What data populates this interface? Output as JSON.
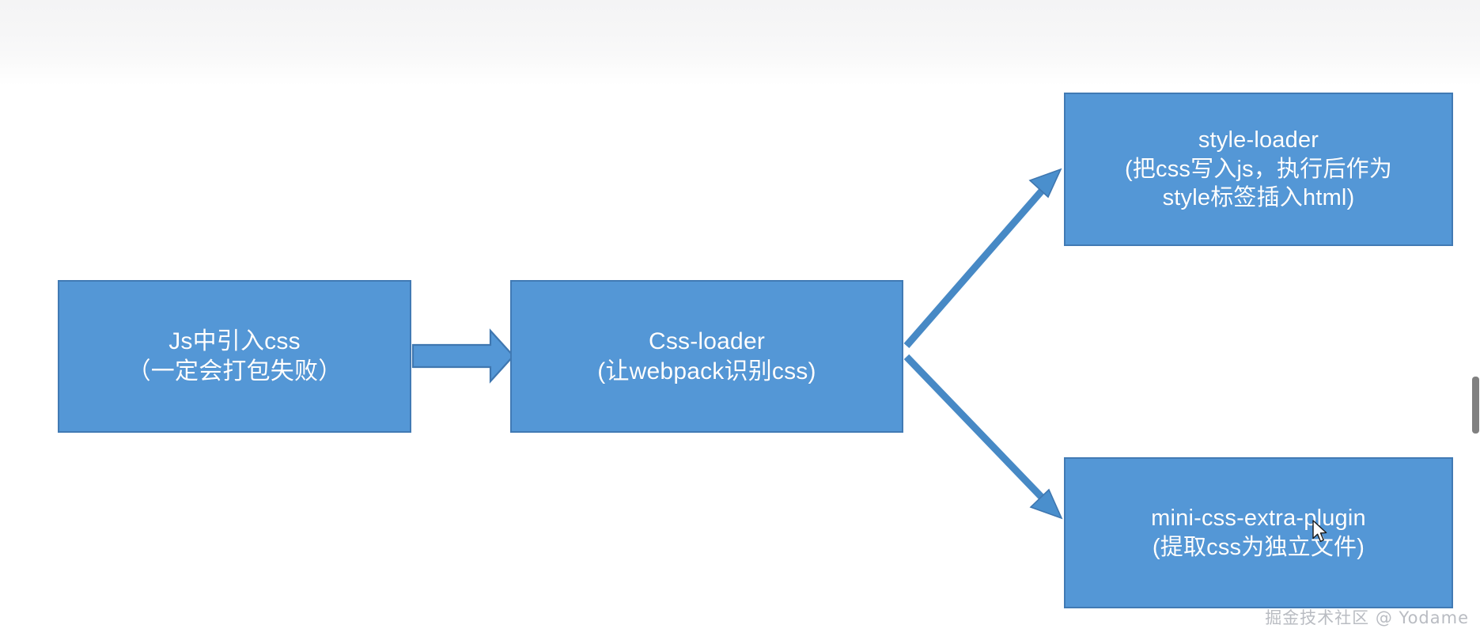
{
  "document": {
    "title": "Webpack CSS 处理流程图",
    "background_color": "#ffffff",
    "top_band_color": "#f5f5f6"
  },
  "theme": {
    "node_fill": "#5497d6",
    "node_border": "#417ab4",
    "node_text": "#ffffff",
    "connector_fill": "#5497d6",
    "connector_stroke": "#3f77b0",
    "watermark_color": "#b9bcc2",
    "scrollbar_thumb": "#808080"
  },
  "diagram": {
    "type": "flowchart",
    "nodes": [
      {
        "id": "js-import",
        "lines": [
          "Js中引入css",
          "（一定会打包失败）"
        ],
        "line1": "Js中引入css",
        "line2": "（一定会打包失败）"
      },
      {
        "id": "css-loader",
        "lines": [
          "Css-loader",
          "(让webpack识别css)"
        ],
        "line1": "Css-loader",
        "line2": "(让webpack识别css)"
      },
      {
        "id": "style-loader",
        "lines": [
          "style-loader",
          "(把css写入js，执行后作为",
          "style标签插入html)"
        ],
        "line1": "style-loader",
        "line2": "(把css写入js，执行后作为",
        "line3": "style标签插入html)"
      },
      {
        "id": "mini-css-extra-plugin",
        "lines": [
          "mini-css-extra-plugin",
          "(提取css为独立文件)"
        ],
        "line1": "mini-css-extra-plugin",
        "line2": "(提取css为独立文件)"
      }
    ],
    "edges": [
      {
        "id": "edge-1",
        "from": "js-import",
        "to": "css-loader",
        "style": "block-arrow-right"
      },
      {
        "id": "edge-2",
        "from": "css-loader",
        "to": "style-loader",
        "style": "line-arrow-up-right"
      },
      {
        "id": "edge-3",
        "from": "css-loader",
        "to": "mini-css-extra-plugin",
        "style": "line-arrow-down-right"
      }
    ]
  },
  "watermark": {
    "text": "掘金技术社区 @ Yodame"
  },
  "scrollbar": {
    "orientation": "vertical",
    "thumb_label": "vertical-scrollbar-thumb"
  },
  "cursor": {
    "type": "arrow-pointer"
  }
}
